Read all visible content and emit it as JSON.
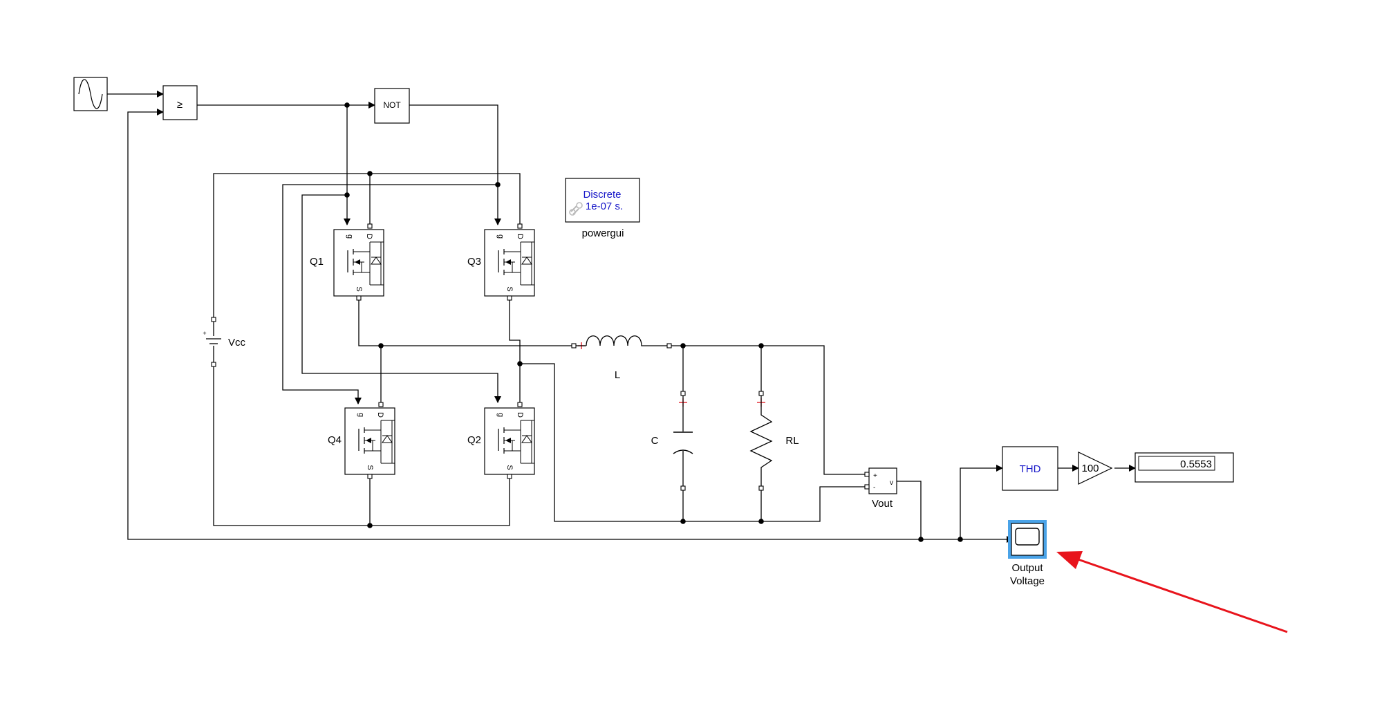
{
  "labels": {
    "relational_operator": "≥",
    "not_block": "NOT",
    "powergui_line1": "Discrete",
    "powergui_line2": "1e-07 s.",
    "powergui_name": "powergui",
    "q1": "Q1",
    "q2": "Q2",
    "q3": "Q3",
    "q4": "Q4",
    "gate": "g",
    "drain": "D",
    "source": "S",
    "vcc": "Vcc",
    "vcc_plus": "+",
    "inductor": "L",
    "capacitor": "C",
    "resistor": "RL",
    "vout_name": "Vout",
    "vout_plus": "+",
    "vout_minus": "-",
    "vout_port": "v",
    "thd": "THD",
    "gain": "100",
    "display_value": "0.5553",
    "scope_line1": "Output",
    "scope_line2": "Voltage"
  },
  "colors": {
    "selection_highlight": "#4aa3e8",
    "arrow": "#e8141c",
    "block_text_blue": "#1616c8",
    "polarity_mark": "#e0101a"
  },
  "icons": [
    "sine-wave-icon",
    "scope-icon",
    "mosfet-diode-icon",
    "dc-source-icon",
    "inductor-icon",
    "capacitor-icon",
    "resistor-icon",
    "link-icon"
  ]
}
